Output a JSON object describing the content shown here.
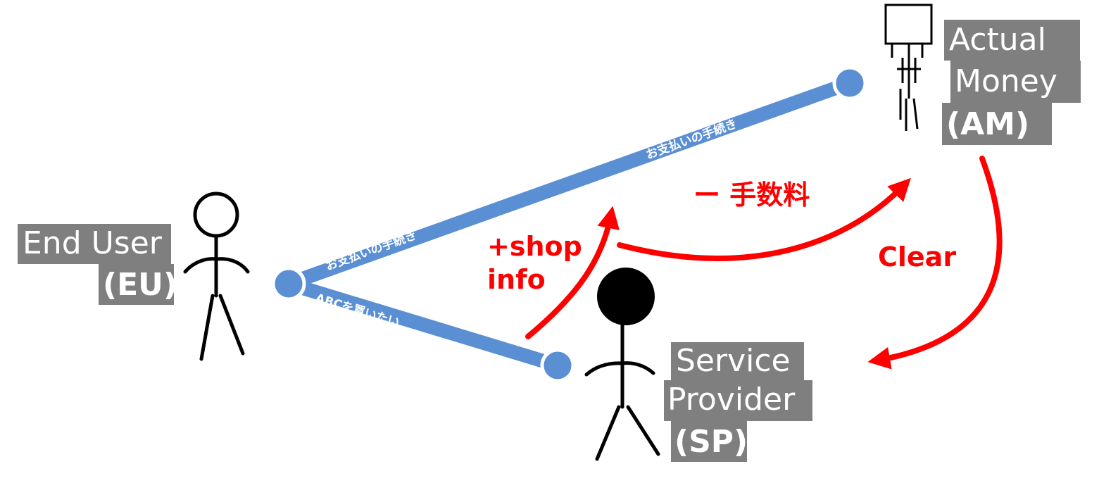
{
  "actors": {
    "end_user": {
      "name": "End User",
      "abbr": "(EU)"
    },
    "actual_money": {
      "name_line1": "Actual",
      "name_line2": "Money",
      "abbr": "(AM)"
    },
    "service_provider": {
      "name_line1": "Service",
      "name_line2": "Provider",
      "abbr": "(SP)"
    }
  },
  "edges": {
    "payment_procedure_near_eu": "お支払いの手続き",
    "payment_procedure_near_am": "お支払いの手続き",
    "want_to_buy": "ABCを買いたい"
  },
  "flows": {
    "shop_info_line1": "+shop",
    "shop_info_line2": "info",
    "fee": "ー 手数料",
    "clear": "Clear"
  },
  "colors": {
    "edge_blue": "#5a8fd4",
    "flow_red": "#ff0000",
    "label_box_gray": "#7f7f7f"
  }
}
